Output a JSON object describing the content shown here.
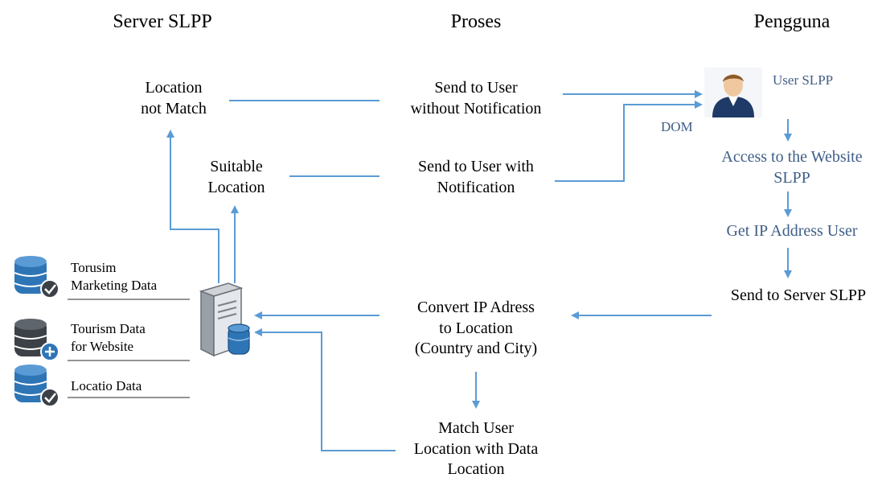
{
  "headers": {
    "server": "Server SLPP",
    "proses": "Proses",
    "pengguna": "Pengguna"
  },
  "server_nodes": {
    "location_not_match": [
      "Location",
      "not Match"
    ],
    "suitable_location": [
      "Suitable",
      "Location"
    ]
  },
  "process_nodes": {
    "send_without_notification": [
      "Send to User",
      "without Notification"
    ],
    "send_with_notification": [
      "Send to User with",
      "Notification"
    ],
    "convert_ip": [
      "Convert IP Adress",
      "to Location",
      "(Country and City)"
    ],
    "match_location": [
      "Match User",
      "Location with Data",
      "Location"
    ]
  },
  "user_nodes": {
    "user_slpp": "User SLPP",
    "dom": "DOM",
    "access_website": [
      "Access to the Website",
      "SLPP"
    ],
    "get_ip": "Get IP Address User",
    "send_to_server": "Send to Server SLPP"
  },
  "data_sources": [
    {
      "lines": [
        "Torusim",
        "Marketing Data"
      ],
      "icon": "database-check-icon"
    },
    {
      "lines": [
        "Tourism Data",
        "for Website"
      ],
      "icon": "database-add-icon"
    },
    {
      "lines": [
        "Locatio Data"
      ],
      "icon": "database-check-icon"
    }
  ],
  "colors": {
    "arrow": "#5b9bd5",
    "user_text": "#3f5e87",
    "database": "#2e75b6"
  }
}
